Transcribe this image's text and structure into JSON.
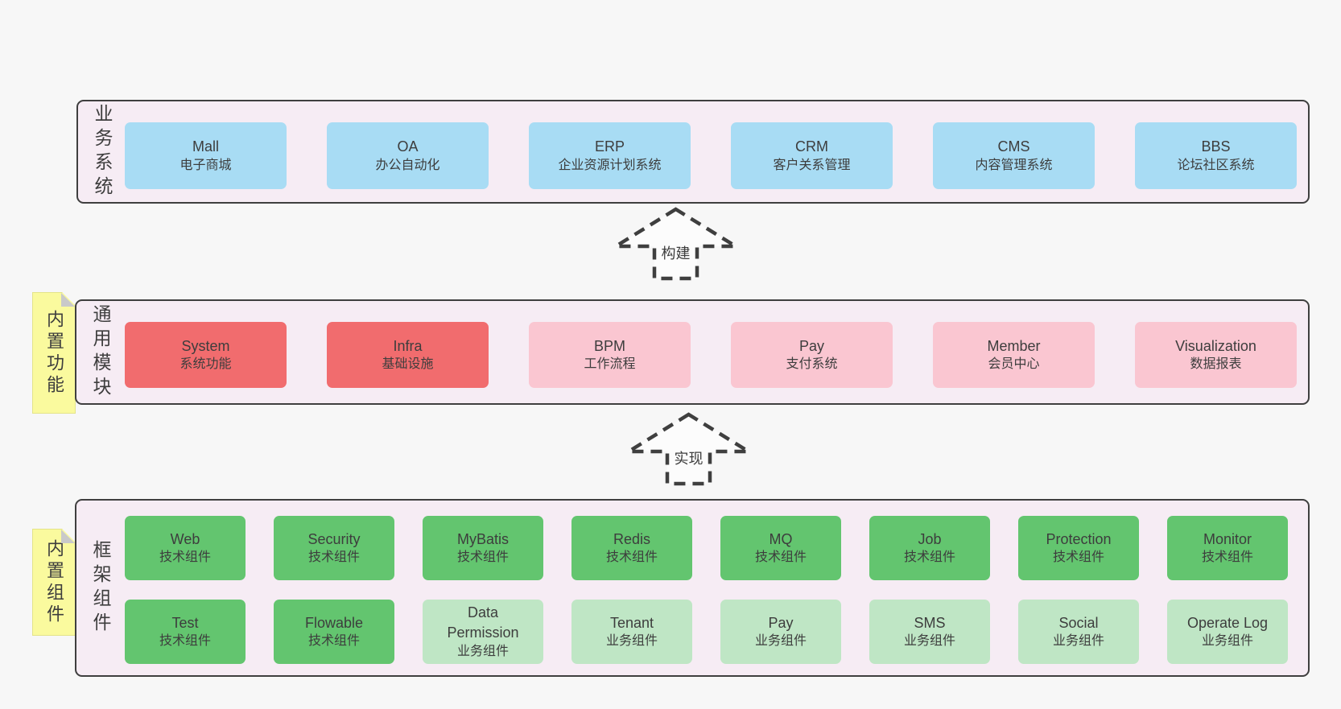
{
  "colors": {
    "page_bg": "#f7f7f7",
    "band_bg": "#f6ecf4",
    "band_border": "#3f3f3f",
    "business_box_blue": "#a8dcf4",
    "core_module_red": "#f16c6e",
    "module_pink": "#fac6d1",
    "tech_component_green": "#63c56f",
    "biz_component_light_green": "#bfe6c5",
    "sticky_note_yellow": "#fafa9e",
    "text": "#3d3d3d"
  },
  "bands": [
    {
      "side_label": "业务系统",
      "boxes": [
        {
          "en": "Mall",
          "zh": "电子商城"
        },
        {
          "en": "OA",
          "zh": "办公自动化"
        },
        {
          "en": "ERP",
          "zh": "企业资源计划系统"
        },
        {
          "en": "CRM",
          "zh": "客户关系管理"
        },
        {
          "en": "CMS",
          "zh": "内容管理系统"
        },
        {
          "en": "BBS",
          "zh": "论坛社区系统"
        }
      ]
    },
    {
      "side_label": "通用模块",
      "note": "内置功能",
      "boxes": [
        {
          "en": "System",
          "zh": "系统功能",
          "variant": "red"
        },
        {
          "en": "Infra",
          "zh": "基础设施",
          "variant": "red"
        },
        {
          "en": "BPM",
          "zh": "工作流程",
          "variant": "pink"
        },
        {
          "en": "Pay",
          "zh": "支付系统",
          "variant": "pink"
        },
        {
          "en": "Member",
          "zh": "会员中心",
          "variant": "pink"
        },
        {
          "en": "Visualization",
          "zh": "数据报表",
          "variant": "pink"
        }
      ]
    },
    {
      "side_label": "框架组件",
      "note": "内置组件",
      "rows": [
        [
          {
            "en": "Web",
            "zh": "技术组件",
            "variant": "green"
          },
          {
            "en": "Security",
            "zh": "技术组件",
            "variant": "green"
          },
          {
            "en": "MyBatis",
            "zh": "技术组件",
            "variant": "green"
          },
          {
            "en": "Redis",
            "zh": "技术组件",
            "variant": "green"
          },
          {
            "en": "MQ",
            "zh": "技术组件",
            "variant": "green"
          },
          {
            "en": "Job",
            "zh": "技术组件",
            "variant": "green"
          },
          {
            "en": "Protection",
            "zh": "技术组件",
            "variant": "green"
          },
          {
            "en": "Monitor",
            "zh": "技术组件",
            "variant": "green"
          }
        ],
        [
          {
            "en": "Test",
            "zh": "技术组件",
            "variant": "green"
          },
          {
            "en": "Flowable",
            "zh": "技术组件",
            "variant": "green"
          },
          {
            "en": "Data Permission",
            "zh": "业务组件",
            "variant": "light-green"
          },
          {
            "en": "Tenant",
            "zh": "业务组件",
            "variant": "light-green"
          },
          {
            "en": "Pay",
            "zh": "业务组件",
            "variant": "light-green"
          },
          {
            "en": "SMS",
            "zh": "业务组件",
            "variant": "light-green"
          },
          {
            "en": "Social",
            "zh": "业务组件",
            "variant": "light-green"
          },
          {
            "en": "Operate Log",
            "zh": "业务组件",
            "variant": "light-green"
          }
        ]
      ]
    }
  ],
  "arrows": [
    {
      "label": "构建"
    },
    {
      "label": "实现"
    }
  ]
}
